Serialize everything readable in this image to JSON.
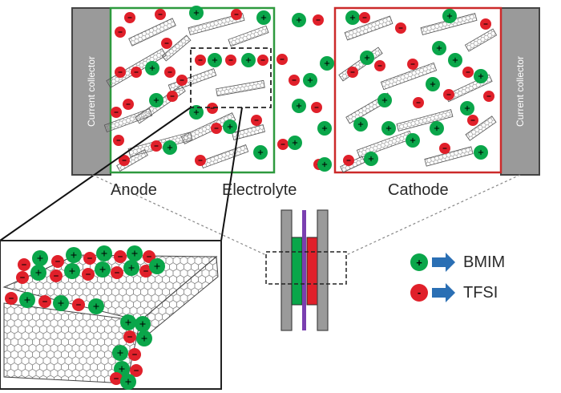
{
  "labels": {
    "current_collector_left": "Current collector",
    "current_collector_right": "Current collector",
    "anode": "Anode",
    "electrolyte": "Electrolyte",
    "cathode": "Cathode"
  },
  "legend": {
    "cation": {
      "label": "BMIM",
      "color": "#0aa64a",
      "sign": "+"
    },
    "anion": {
      "label": "TFSI",
      "color": "#e0202a",
      "sign": "-"
    },
    "arrow_color": "#2a6fb4"
  },
  "colors": {
    "collector": "#9a9a9a",
    "anode_border": "#2e9a3e",
    "cathode_border": "#cc2a2a",
    "separator": "#7a3fb0",
    "sheet_stroke": "#555555"
  }
}
